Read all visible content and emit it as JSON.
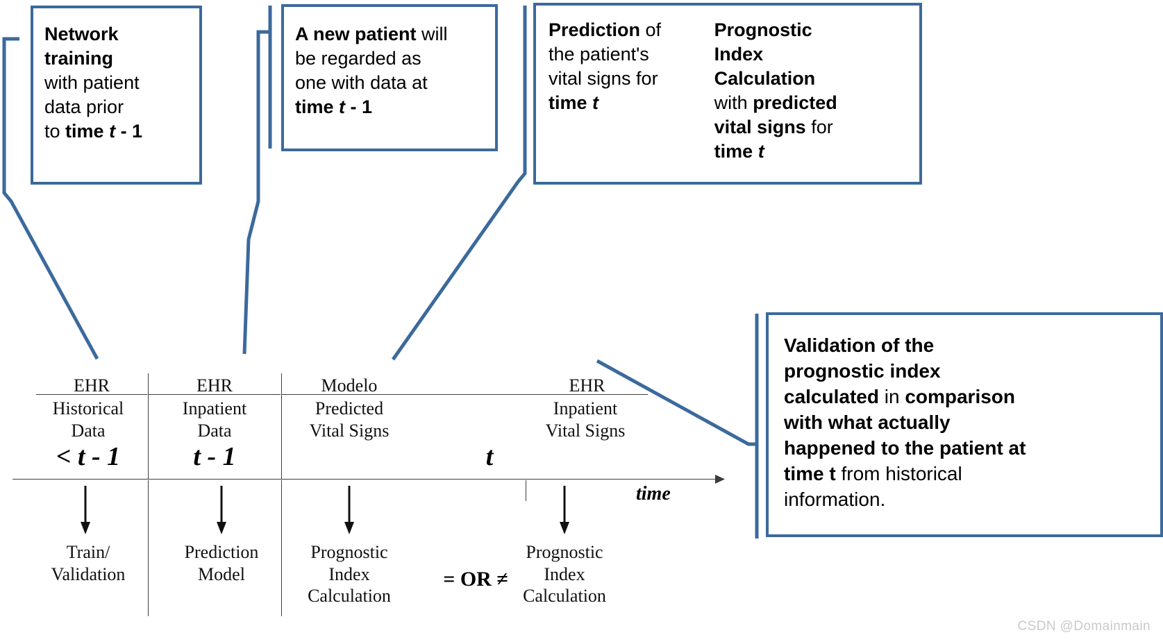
{
  "theme": {
    "accent": "#3b6a9c",
    "line": "#3c3c3c",
    "text": "#000000",
    "watermark_color": "#c9c9c9",
    "background": "#ffffff"
  },
  "callouts": {
    "training": {
      "name": "Network training",
      "line1_bold": "Network",
      "line2_bold": "training",
      "line3": "with patient",
      "line4": "data prior",
      "line5_prefix": "to ",
      "line5_bold": "time ",
      "line5_italic": "t",
      "line5_suffix": " - 1",
      "full_text": "Network training with patient data prior to time t - 1"
    },
    "new_patient": {
      "name": "A new patient",
      "line1_bold": "A new patient",
      "line1_rest": " will",
      "line2": "be regarded as",
      "line3": "one with data at",
      "line4_bold": "time ",
      "line4_italic": "t",
      "line4_suffix": " - 1",
      "full_text": "A new patient will be regarded as one with data at time t - 1"
    },
    "prediction": {
      "name": "Prediction",
      "line1_bold": "Prediction",
      "line1_rest": " of",
      "line2": "the patient's",
      "line3": "vital signs for",
      "line4_bold": "time ",
      "line4_italic": "t",
      "full_text": "Prediction of the patient's vital signs for time t"
    },
    "prognostic": {
      "name": "Prognostic Index Calculation",
      "line1_bold": "Prognostic",
      "line2_bold": "Index",
      "line3_bold": "Calculation",
      "line4_prefix": "with ",
      "line4_bold": "predicted",
      "line5_bold": "vital signs",
      "line5_rest": " for",
      "line6_bold": "time ",
      "line6_italic": "t",
      "full_text": "Prognostic Index Calculation with predicted vital signs for time t"
    },
    "validation": {
      "name": "Validation of the prognostic index",
      "line1_bold": "Validation of the",
      "line2_bold": "prognostic index",
      "line3_bold": "calculated",
      "line3_rest": " in ",
      "line3_bold2": "comparison",
      "line4_bold": "with what actually",
      "line5_bold": "happened to the patient at",
      "line6_bold": "time t",
      "line6_rest": " from historical",
      "line7": "information.",
      "full_text": "Validation of the prognostic index calculated in comparison with what actually happened to the patient at time t from historical information."
    }
  },
  "timeline": {
    "axis_label": "time",
    "comparison_operator": "= OR ≠",
    "columns": [
      {
        "id": "historical",
        "source": "EHR",
        "detail_line1": "Historical",
        "detail_line2": "Data",
        "time_prefix": "< ",
        "time_var": "t",
        "time_suffix": " - 1",
        "time_label": "< t - 1",
        "outcome_line1": "Train/",
        "outcome_line2": "Validation",
        "outcome_line3": ""
      },
      {
        "id": "inpatient",
        "source": "EHR",
        "detail_line1": "Inpatient",
        "detail_line2": "Data",
        "time_prefix": "",
        "time_var": "t",
        "time_suffix": " - 1",
        "time_label": "t - 1",
        "outcome_line1": "Prediction",
        "outcome_line2": "Model",
        "outcome_line3": ""
      },
      {
        "id": "predicted",
        "source": "Modelo",
        "detail_line1": "Predicted",
        "detail_line2": "Vital Signs",
        "time_prefix": "",
        "time_var": "t",
        "time_suffix": "",
        "time_label": "t",
        "outcome_line1": "Prognostic",
        "outcome_line2": "Index",
        "outcome_line3": "Calculation"
      },
      {
        "id": "actual",
        "source": "EHR",
        "detail_line1": "Inpatient",
        "detail_line2": "Vital Signs",
        "time_prefix": "",
        "time_var": "",
        "time_suffix": "",
        "time_label": "",
        "outcome_line1": "Prognostic",
        "outcome_line2": "Index",
        "outcome_line3": "Calculation"
      }
    ]
  },
  "watermark": {
    "text": "CSDN @Domainmain"
  }
}
